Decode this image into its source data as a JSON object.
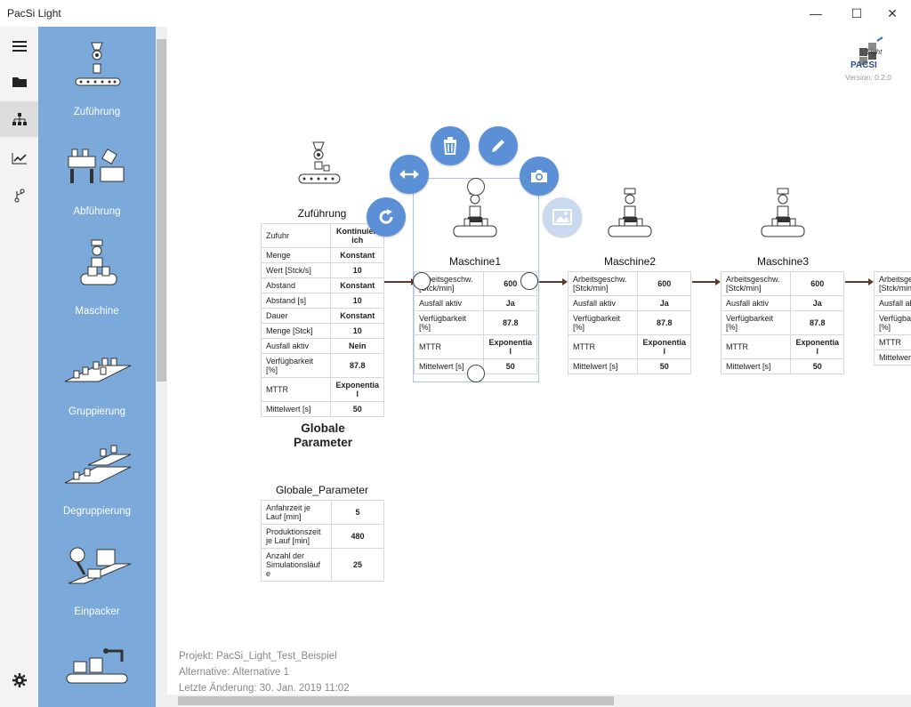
{
  "window": {
    "title": "PacSi Light",
    "minimize": "—",
    "maximize": "☐",
    "close": "✕"
  },
  "logo": {
    "text_light": "Light",
    "text_pacsi": "PACSI",
    "version": "Version: 0.2.0"
  },
  "rail": {
    "items": [
      "menu-icon",
      "folder-icon",
      "hierarchy-icon",
      "chart-icon",
      "branch-icon"
    ],
    "settings": "gear-icon"
  },
  "palette": {
    "items": [
      {
        "label": "Zuführung"
      },
      {
        "label": "Abführung"
      },
      {
        "label": "Maschine"
      },
      {
        "label": "Gruppierung"
      },
      {
        "label": "Degruppierung"
      },
      {
        "label": "Einpacker"
      }
    ]
  },
  "nodes": {
    "zufuehrung": {
      "title": "Zuführung",
      "rows": [
        [
          "Zufuhr",
          "Kontinuierl ich"
        ],
        [
          "Menge",
          "Konstant"
        ],
        [
          "Wert [Stck/s]",
          "10"
        ],
        [
          "Abstand",
          "Konstant"
        ],
        [
          "Abstand [s]",
          "10"
        ],
        [
          "Dauer",
          "Konstant"
        ],
        [
          "Menge [Stck]",
          "10"
        ],
        [
          "Ausfall aktiv",
          "Nein"
        ],
        [
          "Verfügbarkeit [%]",
          "87.8"
        ],
        [
          "MTTR",
          "Exponentia l"
        ],
        [
          "Mittelwert [s]",
          "50"
        ]
      ]
    },
    "maschine1": {
      "title": "Maschine1",
      "rows": [
        [
          "Arbeitsgeschw. [Stck/min]",
          "600"
        ],
        [
          "Ausfall aktiv",
          "Ja"
        ],
        [
          "Verfügbarkeit [%]",
          "87.8"
        ],
        [
          "MTTR",
          "Exponentia l"
        ],
        [
          "Mittelwert [s]",
          "50"
        ]
      ]
    },
    "maschine2": {
      "title": "Maschine2",
      "rows": [
        [
          "Arbeitsgeschw. [Stck/min]",
          "600"
        ],
        [
          "Ausfall aktiv",
          "Ja"
        ],
        [
          "Verfügbarkeit [%]",
          "87.8"
        ],
        [
          "MTTR",
          "Exponentia l"
        ],
        [
          "Mittelwert [s]",
          "50"
        ]
      ]
    },
    "maschine3": {
      "title": "Maschine3",
      "rows": [
        [
          "Arbeitsgeschw. [Stck/min]",
          "600"
        ],
        [
          "Ausfall aktiv",
          "Ja"
        ],
        [
          "Verfügbarkeit [%]",
          "87.8"
        ],
        [
          "MTTR",
          "Exponentia l"
        ],
        [
          "Mittelwert [s]",
          "50"
        ]
      ]
    },
    "maschine4_partial": {
      "rows": [
        [
          "Arbeitsgeschw. [Stck/min]"
        ],
        [
          "Ausfall aktiv"
        ],
        [
          "Verfügbarkeit [%]"
        ],
        [
          "MTTR"
        ],
        [
          "Mittelwert [s]"
        ]
      ]
    },
    "globale": {
      "heading": "Globale Parameter",
      "title": "Globale_Parameter",
      "rows": [
        [
          "Anfahrzeit je Lauf [min]",
          "5"
        ],
        [
          "Produktionszeit je Lauf [min]",
          "480"
        ],
        [
          "Anzahl der Simulationsläuf e",
          "25"
        ]
      ]
    }
  },
  "context_menu": [
    "rotate-icon",
    "resize-icon",
    "trash-icon",
    "pencil-icon",
    "camera-icon",
    "image-icon"
  ],
  "footer": {
    "projekt": "Projekt: PacSi_Light_Test_Beispiel",
    "alternative": "Alternative: Alternative 1",
    "letzte": "Letzte Änderung: 30. Jan. 2019 11:02"
  },
  "colors": {
    "palette_bg": "#7aa9da",
    "accent": "#5b8fd6",
    "connector": "#5a3a2a"
  }
}
